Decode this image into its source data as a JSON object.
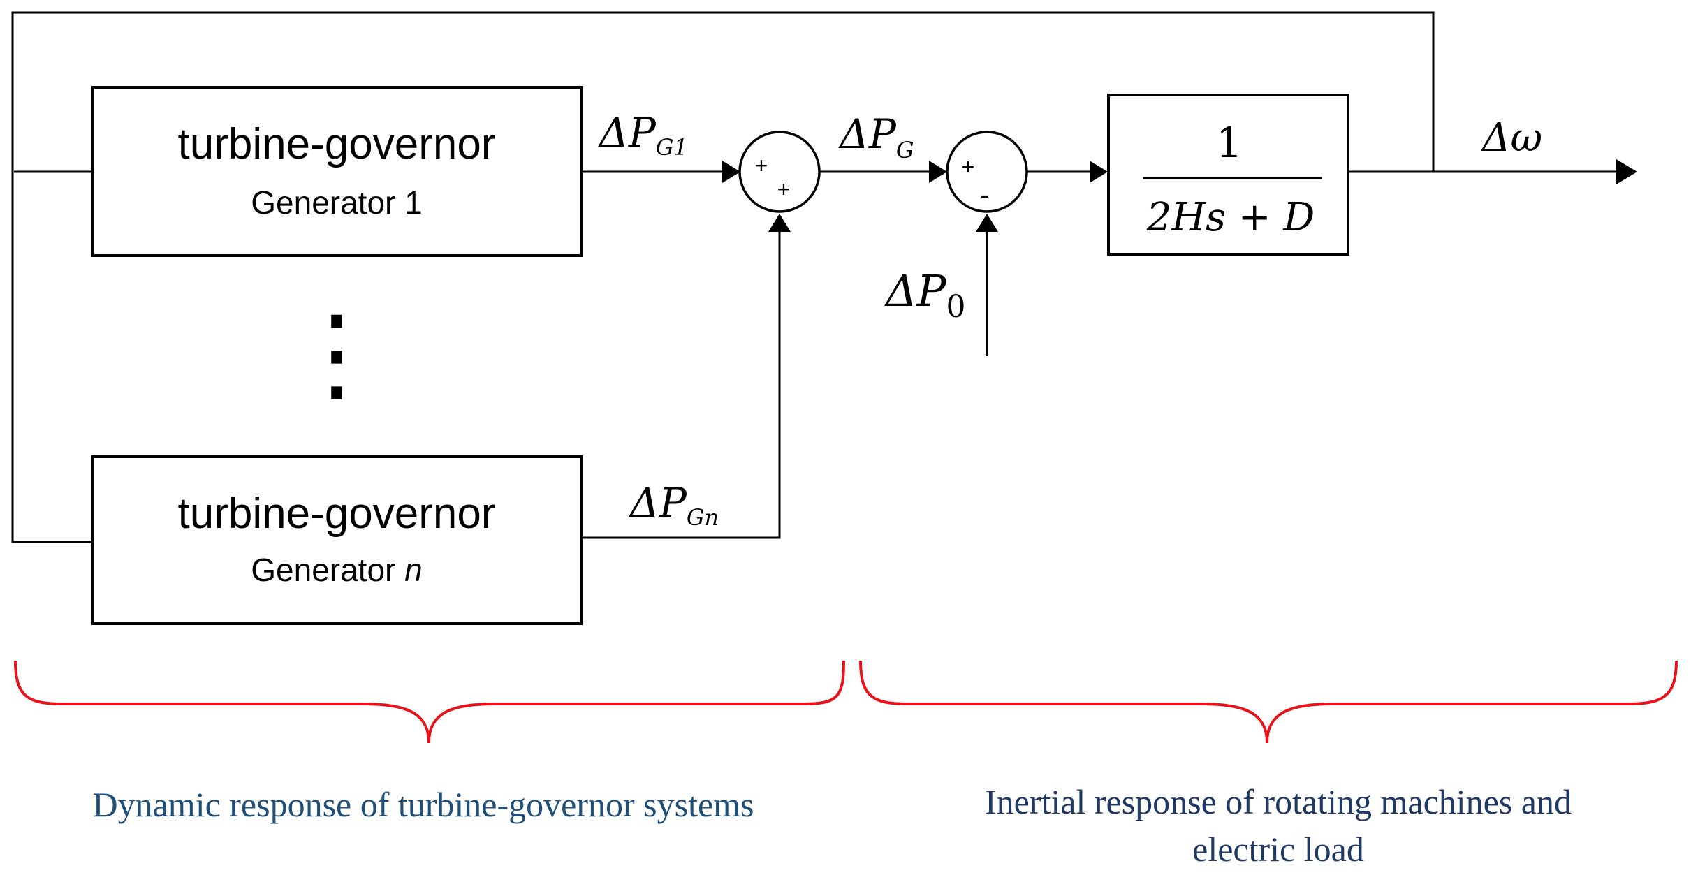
{
  "blocks": {
    "generator_1": {
      "title": "turbine-governor",
      "subtitle": "Generator",
      "index": "1"
    },
    "generator_n": {
      "title": "turbine-governor",
      "subtitle": "Generator",
      "index": "n"
    },
    "transfer_function": {
      "numerator": "1",
      "denominator": "2Hs + D"
    }
  },
  "ellipsis": "⋮",
  "signals": {
    "delta_pg1": {
      "symbol": "ΔP",
      "subscript": "G1"
    },
    "delta_pgn": {
      "symbol": "ΔP",
      "subscript": "Gn"
    },
    "delta_pg": {
      "symbol": "ΔP",
      "subscript": "G"
    },
    "delta_p0": {
      "symbol": "ΔP",
      "subscript": "0"
    },
    "delta_omega": "Δω"
  },
  "summing_junctions": {
    "sum_1": {
      "top_sign": "+",
      "bottom_sign": "+"
    },
    "sum_2": {
      "left_sign": "+",
      "bottom_sign": "-"
    }
  },
  "captions": {
    "left": "Dynamic response of turbine-governor systems",
    "right_line1": "Inertial response of rotating machines and",
    "right_line2": "electric load"
  },
  "colors": {
    "brace": "#e8121b",
    "caption_left": "#1f4e79",
    "caption_right": "#1f3864"
  }
}
